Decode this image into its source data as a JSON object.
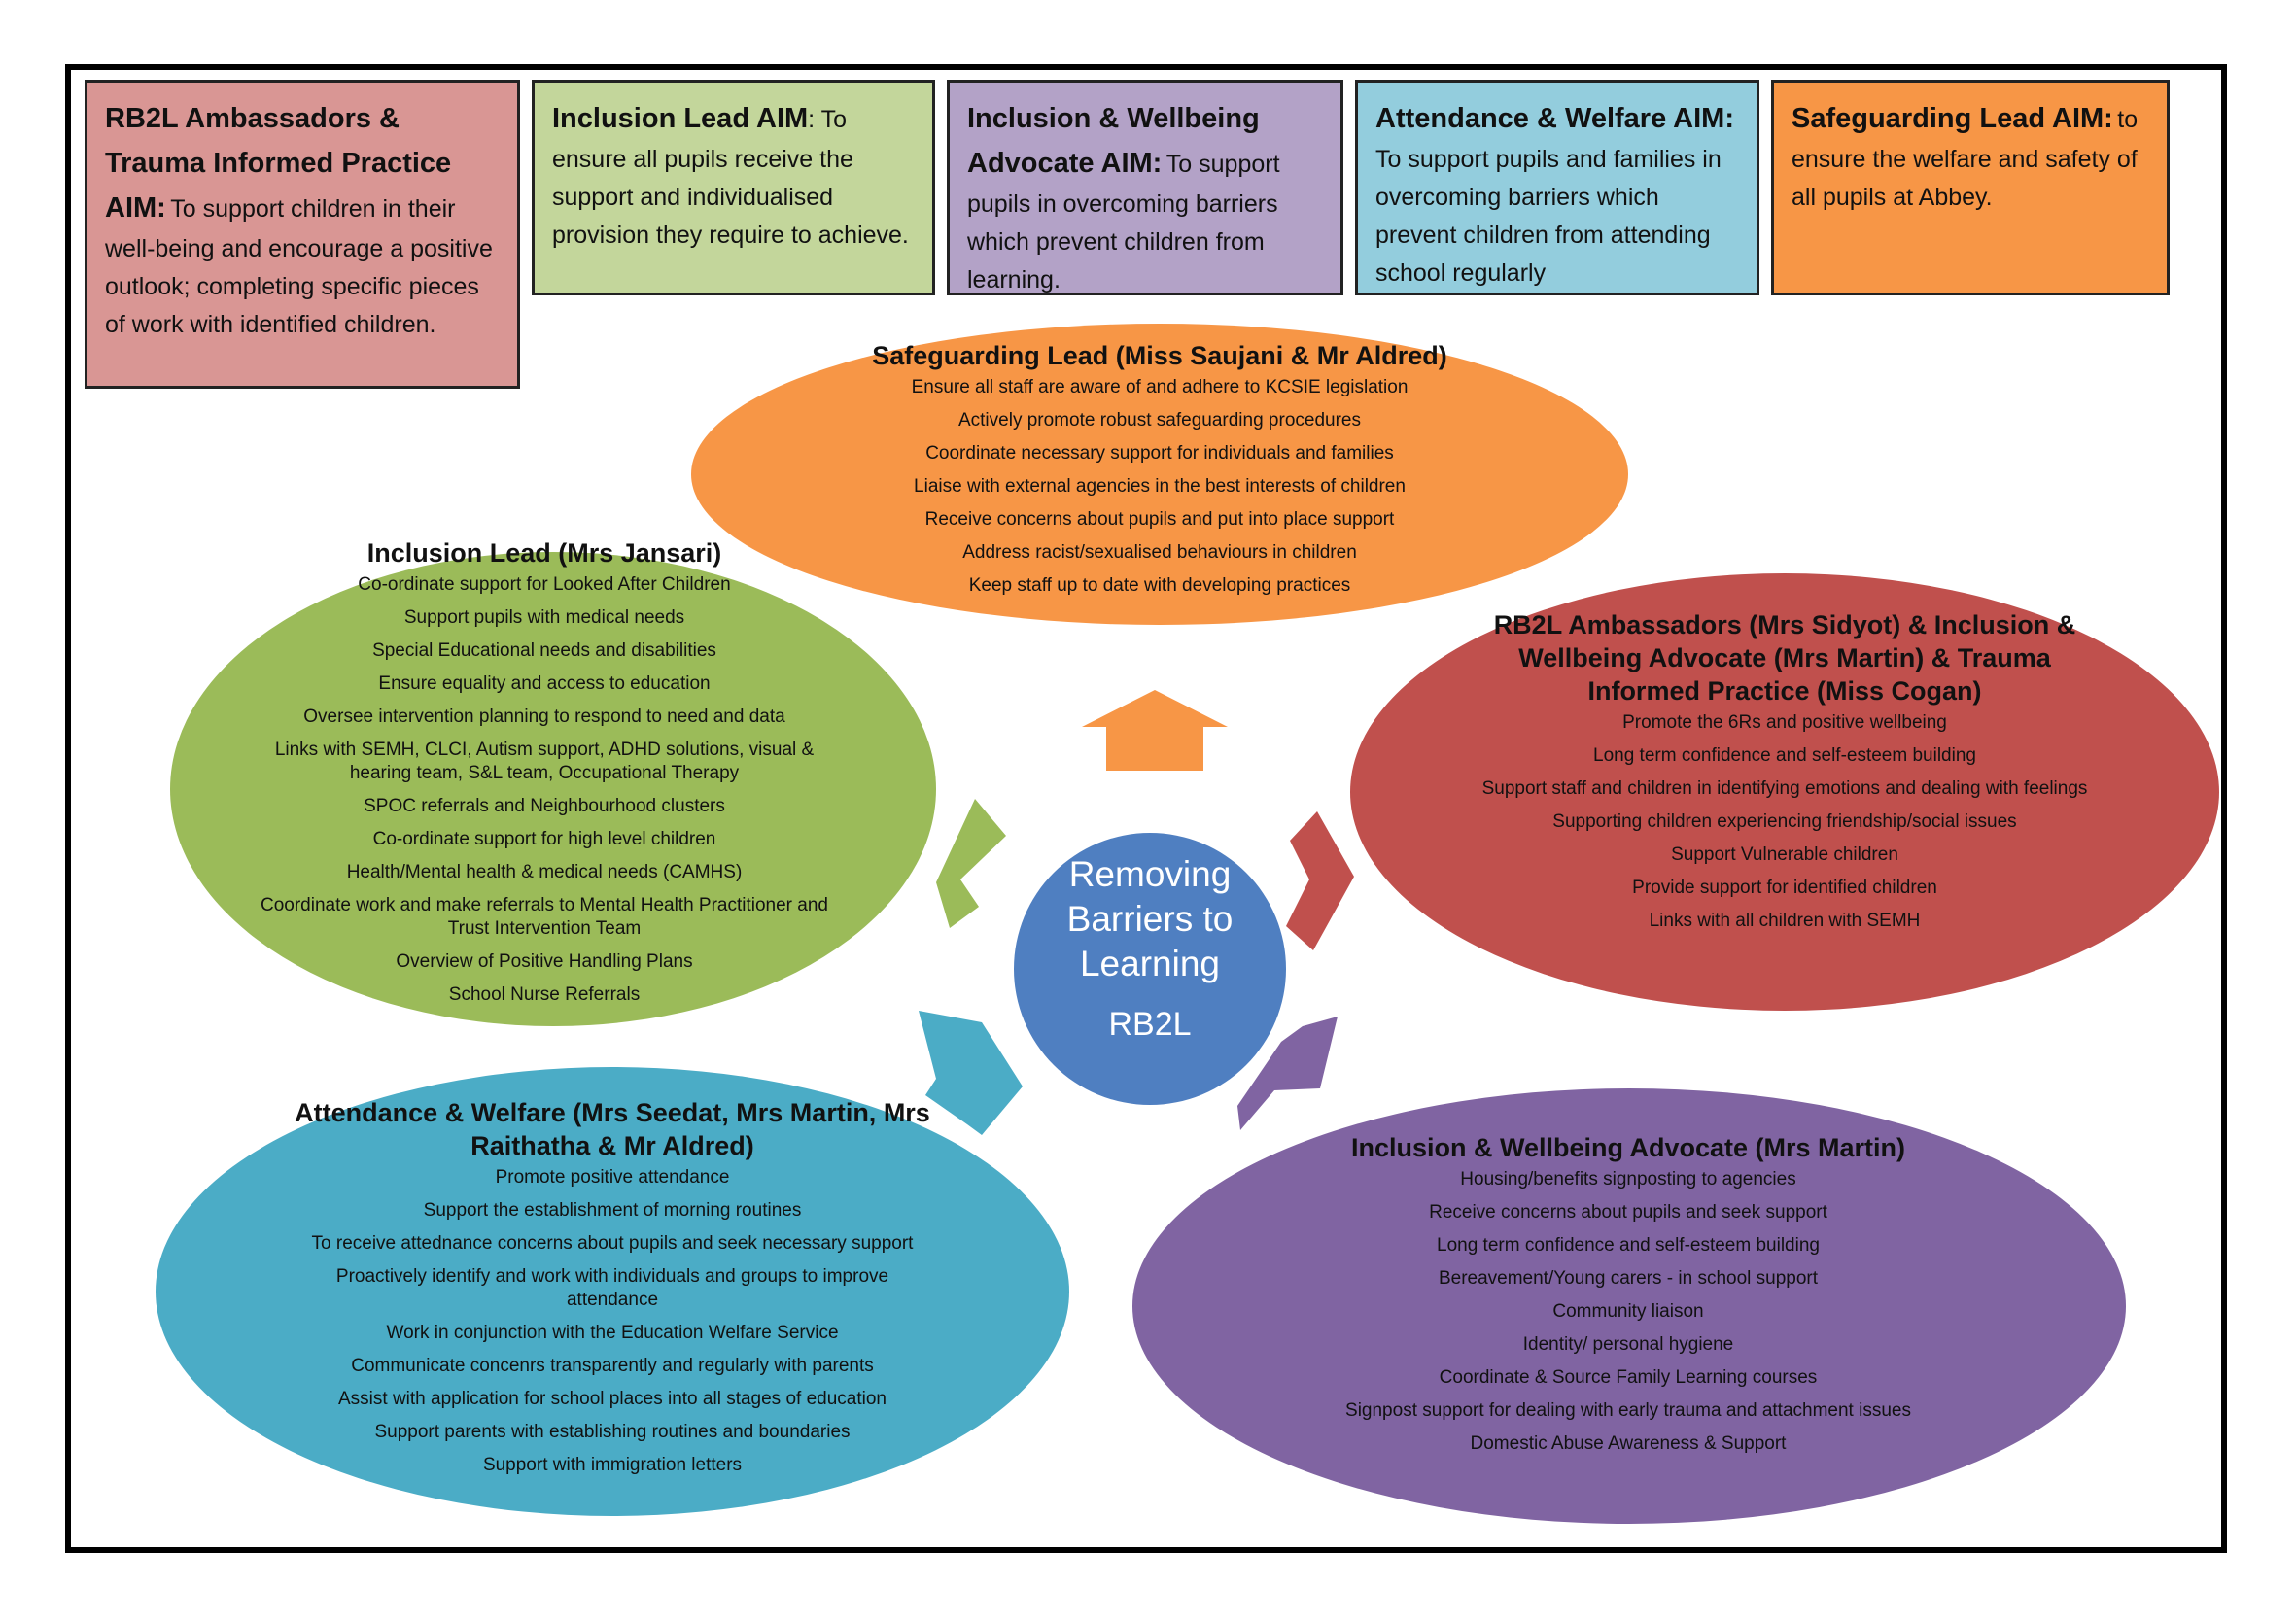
{
  "aims": [
    {
      "title": "RB2L Ambassadors & Trauma Informed Practice AIM:",
      "body": "To support children in their well-being and encourage a positive outlook; completing specific pieces of work with identified children."
    },
    {
      "title": "Inclusion Lead AIM",
      "body": ": To ensure all pupils receive the support and individualised provision they require to achieve."
    },
    {
      "title": "Inclusion & Wellbeing Advocate AIM:",
      "body": "To support pupils in overcoming barriers which prevent children from learning."
    },
    {
      "title": "Attendance & Welfare AIM:",
      "body": "To support pupils and families in overcoming barriers which prevent children from attending school regularly"
    },
    {
      "title": "Safeguarding Lead AIM:",
      "body": "to ensure the welfare and safety of all pupils at Abbey."
    }
  ],
  "center": {
    "title": "Removing Barriers to Learning",
    "subtitle": "RB2L"
  },
  "safeguarding": {
    "heading": "Safeguarding Lead  (Miss Saujani & Mr Aldred)",
    "items": [
      "Ensure all staff are aware of and adhere to KCSIE legislation",
      "Actively promote robust safeguarding procedures",
      "Coordinate necessary support for individuals and families",
      "Liaise with external agencies  in the best interests  of children",
      "Receive concerns about pupils and put into place support",
      "Address racist/sexualised behaviours in children",
      "Keep staff up to date with developing practices"
    ]
  },
  "inclusion_lead": {
    "heading": "Inclusion Lead (Mrs Jansari)",
    "items": [
      "Co-ordinate support for Looked After Children",
      "Support pupils with medical needs",
      "Special Educational needs and disabilities",
      "Ensure equality and access to education",
      "Oversee intervention planning to respond to need and data",
      "Links with SEMH, CLCI, Autism support, ADHD solutions, visual & hearing team, S&L team, Occupational Therapy",
      "SPOC referrals and Neighbourhood clusters",
      "Co-ordinate support for high level children",
      "Health/Mental health & medical needs (CAMHS)",
      "Coordinate work and make referrals to Mental Health Practitioner and Trust Intervention Team",
      "Overview of Positive Handling Plans",
      "School Nurse Referrals"
    ]
  },
  "rb2l": {
    "heading": "RB2L Ambassadors (Mrs Sidyot) & Inclusion & Wellbeing Advocate (Mrs Martin) & Trauma Informed Practice (Miss Cogan)",
    "items": [
      "Promote the 6Rs and positive wellbeing",
      "Long term confidence and self-esteem building",
      "Support staff and children in identifying emotions and dealing with feelings",
      "Supporting children experiencing  friendship/social issues",
      "Support Vulnerable children",
      "Provide support for identified children",
      "Links with all children with SEMH"
    ]
  },
  "attendance": {
    "heading": "Attendance & Welfare (Mrs Seedat, Mrs Martin, Mrs Raithatha & Mr Aldred)",
    "items": [
      "Promote positive attendance",
      "Support the establishment of morning routines",
      "To receive attednance concerns about pupils and seek necessary support",
      "Proactively identify and work with individuals and groups to improve attendance",
      "Work in conjunction with the Education Welfare Service",
      "Communicate concenrs transparently and regularly with parents",
      "Assist with application for school places into all stages of education",
      "Support parents with establishing routines and boundaries",
      "Support with immigration letters"
    ]
  },
  "wellbeing": {
    "heading": "Inclusion & Wellbeing Advocate (Mrs Martin)",
    "items": [
      "Housing/benefits signposting to agencies",
      "Receive concerns about pupils and seek support",
      "Long term confidence and self-esteem building",
      "Bereavement/Young carers   - in school support",
      "Community liaison",
      "Identity/ personal hygiene",
      "Coordinate & Source Family Learning courses",
      "Signpost support for dealing with early trauma and attachment issues",
      "Domestic Abuse Awareness & Support"
    ]
  },
  "colors": {
    "rb2l_box": "#d99694",
    "inclusion_box": "#c3d69b",
    "wellbeing_box": "#b3a2c7",
    "attendance_box": "#93cddd",
    "safeguarding_box": "#f79646",
    "orange": "#f79646",
    "green": "#9bbb59",
    "red": "#c0504d",
    "blue": "#4bacc6",
    "purple": "#8064a2",
    "center": "#4f81bd"
  }
}
